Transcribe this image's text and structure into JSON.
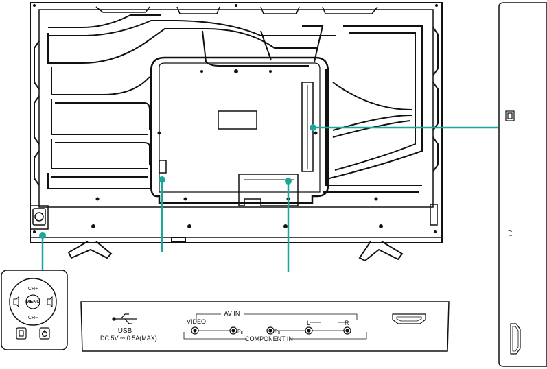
{
  "colors": {
    "callout": "#1aa69a",
    "outline": "#111111",
    "background": "#ffffff"
  },
  "control_panel": {
    "ch_up": "CH+",
    "ch_down": "CH−",
    "menu": "MENU",
    "icons": [
      "volume-down-icon",
      "volume-up-icon",
      "input-source-icon",
      "power-icon"
    ]
  },
  "bottom_panel": {
    "usb_label": "USB",
    "usb_rating": "DC 5V ⎓ 0.5A(MAX)",
    "av_in": "AV IN",
    "video": "VIDEO",
    "pb": "P",
    "pb_sub": "B",
    "pr": "P",
    "pr_sub": "R",
    "audio_l": "L",
    "audio_r": "R",
    "component_in": "COMPONENT IN",
    "icons": [
      "usb-icon",
      "hdmi-port-icon"
    ]
  },
  "side_panel": {
    "icons": [
      "ci-slot-icon",
      "headphone-icon",
      "hdmi-port-icon"
    ],
    "headphone_label": "∩/"
  }
}
